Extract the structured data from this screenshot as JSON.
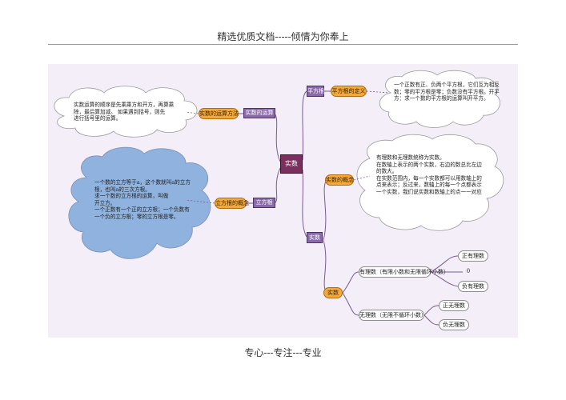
{
  "header": {
    "title": "精选优质文档-----倾情为你奉上"
  },
  "footer": {
    "text": "专心---专注---专业"
  },
  "mindmap": {
    "center": "实数",
    "branches": {
      "operations": {
        "label": "实数的运算",
        "topic": "实数的运算方法",
        "note": [
          "实数运算的顺序是先乘乘方和开方，再算乘",
          "除，最后算加减。        如果遇到括号，则先",
          "进行括号里的运算。"
        ]
      },
      "cube_root": {
        "label": "立方根",
        "topic": "立方根的概念",
        "note": [
          "一个数的立方等于a，这个数就叫a的立方",
          "根，也叫a的三次方根。",
          "求一个数的立方根的运算，叫做",
          "开立方。",
          "一个正数有一个正的立方根；一个负数有",
          "一个负的立方根；零的立方根是零。"
        ]
      },
      "square_root": {
        "label": "平方根",
        "topic": "平方根的定义",
        "note": [
          "一个正数有正、负两个平方根，它们互为相反",
          "数；零的平方根是零；负数没有平方根。开平",
          "方：求一个数的平方根的运算叫开平方。"
        ]
      },
      "real": {
        "label": "实数",
        "concept": "实数的概念",
        "concept_note": [
          "有理数和无理数统称为实数。",
          "在数轴上表示的两个实数，右边的数总比左边",
          "的数大。",
          "在实数范围内，每一个实数都可以用数轴上的",
          "点来表示；反过来，数轴上的每一个点都表示",
          "一个实数，我们说实数和数轴上的点一一对应"
        ],
        "classification": "实数",
        "rational": {
          "label": "有理数（有限小数和无限循环小数）",
          "children": [
            "正有理数",
            "0",
            "负有理数"
          ]
        },
        "irrational": {
          "label": "无理数（无限不循环小数）",
          "children": [
            "正无理数",
            "负无理数"
          ]
        }
      }
    }
  },
  "colors": {
    "center": "#7a2f5e",
    "branch": "#8b6aa9",
    "topic": "#f3a83c",
    "cloud_white": "#ffffff",
    "cloud_blue": "#8fb3de",
    "line": "#7a5a90"
  }
}
